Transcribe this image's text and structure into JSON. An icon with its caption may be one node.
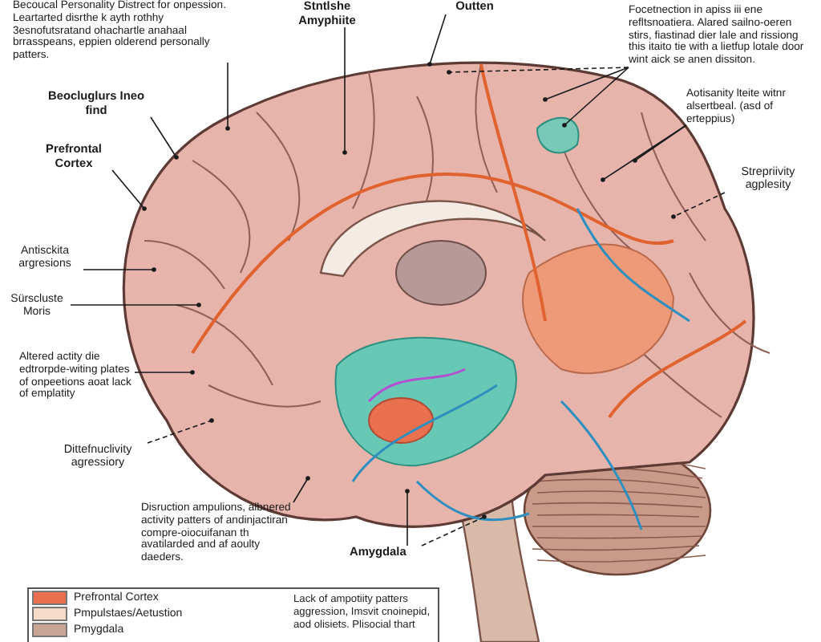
{
  "diagram": {
    "nodes": [
      {
        "text": [
          "Becoucal Personality Distrect for onpession. Leartarted disrthe k ayth rothhy 3esnofutsratand ohachartle anahaal brrasspeans, eppien olderend personally patters."
        ]
      },
      {
        "text": [
          "Stntlshe Amyphiite"
        ]
      },
      {
        "text": [
          "Outten"
        ]
      },
      {
        "text": [
          "Focetnection in apiss iii ene refltsnoatiera. Alared sailno-oeren stirs, fiastinad dier lale and rissiong this itaito tie with a lietfup lotale door wint aick se anen dissiton."
        ]
      },
      {
        "text": [
          "Beocluglurs Ineo find"
        ]
      },
      {
        "text": [
          "Prefrontal Cortex"
        ]
      },
      {
        "text": [
          "Antisckita argresions"
        ]
      },
      {
        "text": [
          "Sürscluste Moris"
        ]
      },
      {
        "text": [
          "Altered actity die edtrorpde-witing plates of onpeetions aoat lack of emplatity"
        ]
      },
      {
        "text": [
          "Dittefnuclivity agressiory"
        ]
      },
      {
        "text": [
          "Disruction ampulions, albnered activity patters of andinjactiran compre-oiocuifanan th avatilarded and af aoulty daeders."
        ]
      },
      {
        "text": [
          "Amygdala"
        ]
      },
      {
        "text": [
          "Aotisanity lteite witnr alsertbeal. (asd of erteppius)"
        ]
      },
      {
        "text": [
          "Strepriivity agplesity"
        ]
      }
    ],
    "edges": [
      {
        "from": 0,
        "to": null,
        "arrow": "other"
      },
      {
        "from": 1,
        "to": null,
        "arrow": "other"
      },
      {
        "from": 2,
        "to": null,
        "arrow": "other"
      },
      {
        "from": 3,
        "to": null,
        "arrow": "other",
        "style": "dashed"
      },
      {
        "from": 3,
        "to": null,
        "arrow": "other"
      },
      {
        "from": 3,
        "to": null,
        "arrow": "other"
      },
      {
        "from": 4,
        "to": null,
        "arrow": "other"
      },
      {
        "from": 5,
        "to": null,
        "arrow": "other"
      },
      {
        "from": 6,
        "to": null,
        "arrow": "other"
      },
      {
        "from": 7,
        "to": null,
        "arrow": "other"
      },
      {
        "from": 8,
        "to": null,
        "arrow": "other"
      },
      {
        "from": 9,
        "to": null,
        "arrow": "other",
        "style": "dashed"
      },
      {
        "from": 10,
        "to": null,
        "arrow": "other"
      },
      {
        "from": 11,
        "to": null,
        "arrow": "other",
        "style": "dashed"
      },
      {
        "from": 11,
        "to": null,
        "arrow": "other"
      },
      {
        "from": 12,
        "to": null,
        "arrow": "other"
      },
      {
        "from": 12,
        "to": null,
        "arrow": "other"
      },
      {
        "from": 13,
        "to": null,
        "arrow": "other",
        "style": "dashed"
      }
    ],
    "labels": [
      "Lack of ampotiity patters aggression, Imsvit cnoinepid, aod olisiets. Plisocial thart"
    ],
    "legend": [
      {
        "text": "Prefrontal Cortex",
        "color": "#e8704f"
      },
      {
        "text": "Pmpulstaes/Aetustion",
        "color": "#f6dcc8"
      },
      {
        "text": "Pmygdala",
        "color": "#c9a595"
      }
    ]
  }
}
